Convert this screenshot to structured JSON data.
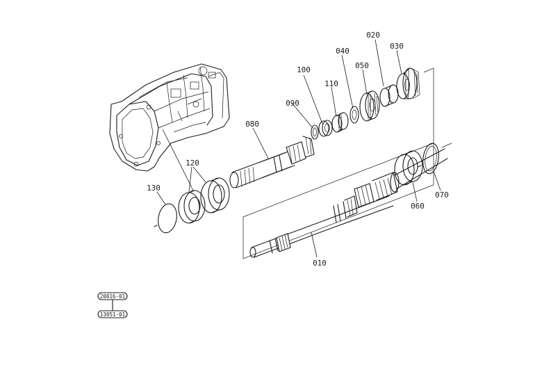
{
  "parts": [
    {
      "id": "part-010",
      "label": "010"
    },
    {
      "id": "part-020",
      "label": "020"
    },
    {
      "id": "part-030",
      "label": "030"
    },
    {
      "id": "part-040",
      "label": "040"
    },
    {
      "id": "part-050",
      "label": "050"
    },
    {
      "id": "part-060",
      "label": "060"
    },
    {
      "id": "part-070",
      "label": "070"
    },
    {
      "id": "part-080",
      "label": "080"
    },
    {
      "id": "part-090",
      "label": "090"
    },
    {
      "id": "part-100",
      "label": "100"
    },
    {
      "id": "part-110",
      "label": "110"
    },
    {
      "id": "part-120",
      "label": "120"
    },
    {
      "id": "part-130",
      "label": "130"
    }
  ],
  "references": {
    "upper": "20016-01",
    "lower": "13051-01"
  }
}
